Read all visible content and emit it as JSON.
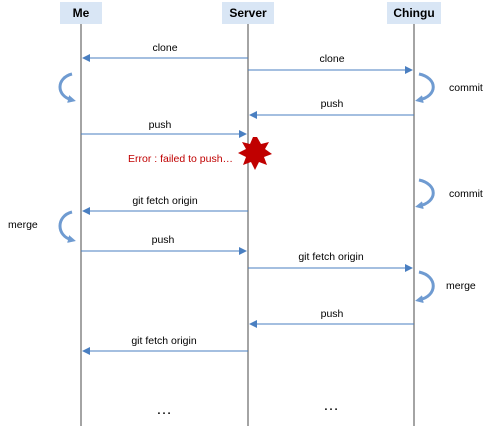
{
  "participants": {
    "me": "Me",
    "server": "Server",
    "chingu": "Chingu"
  },
  "colors": {
    "header_bg": "#d9e6f5",
    "lifeline": "#4a4a4a",
    "arrow": "#4a7fc1",
    "loop": "#6f9bd1",
    "error_text": "#c00000",
    "burst": "#c00000"
  },
  "messages": [
    {
      "label": "clone"
    },
    {
      "label": "clone"
    },
    {
      "label": "push"
    },
    {
      "label": "push"
    },
    {
      "label": "git fetch origin"
    },
    {
      "label": "push"
    },
    {
      "label": "git fetch origin"
    },
    {
      "label": "push"
    },
    {
      "label": "git fetch origin"
    }
  ],
  "loops": [
    {
      "label": ""
    },
    {
      "label": "commit"
    },
    {
      "label": "commit"
    },
    {
      "label": "merge"
    },
    {
      "label": "merge"
    }
  ],
  "error_text": "Error : failed to push…",
  "ellipsis": [
    "…",
    "…"
  ]
}
